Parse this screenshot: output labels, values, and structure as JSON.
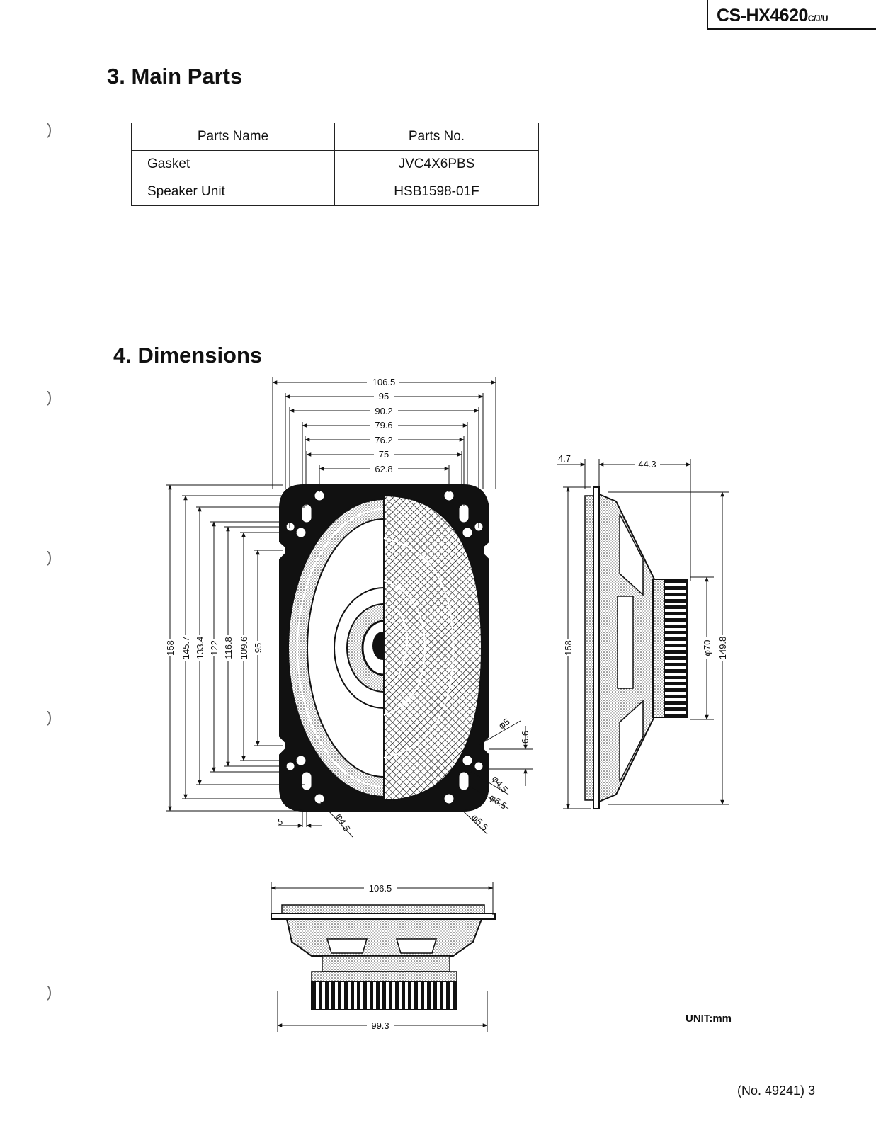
{
  "header": {
    "model": "CS-HX4620",
    "model_suffix": "C/J/U"
  },
  "sections": {
    "main_parts_title": "3. Main Parts",
    "dimensions_title": "4. Dimensions"
  },
  "parts_table": {
    "headers": [
      "Parts Name",
      "Parts No."
    ],
    "rows": [
      {
        "name": "Gasket",
        "number": "JVC4X6PBS"
      },
      {
        "name": "Speaker Unit",
        "number": "HSB1598-01F"
      }
    ]
  },
  "dimensions": {
    "front_width": [
      "106.5",
      "95",
      "90.2",
      "79.6",
      "76.2",
      "75",
      "62.8"
    ],
    "front_height": [
      "158",
      "145.7",
      "133.4",
      "122",
      "116.8",
      "109.6",
      "95"
    ],
    "front_holes": [
      "φ5",
      "6.6",
      "φ4.5",
      "φ6.5",
      "φ5.5",
      "φ4.5",
      "5"
    ],
    "side": [
      "4.7",
      "44.3",
      "158",
      "φ70",
      "149.8"
    ],
    "bottom": [
      "106.5",
      "99.3"
    ]
  },
  "unit_label": "UNIT:mm",
  "page_ref": "(No. 49241) 3"
}
